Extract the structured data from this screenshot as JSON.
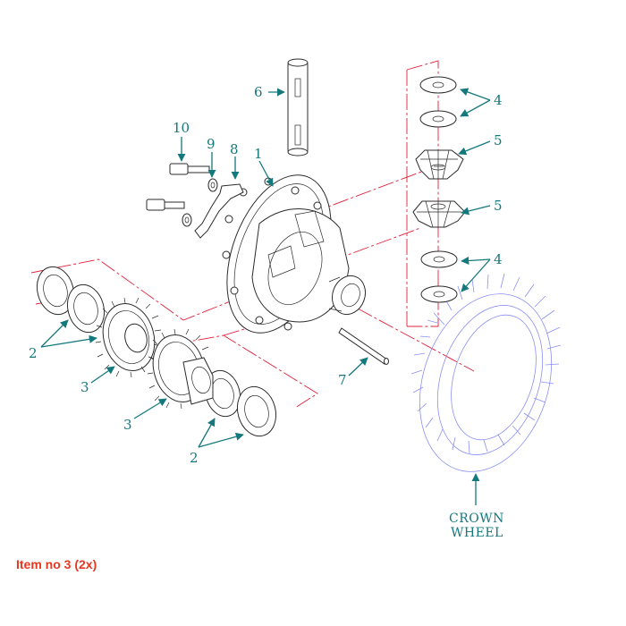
{
  "diagram": {
    "callouts": {
      "c1": "1",
      "c2a": "2",
      "c2b": "2",
      "c3a": "3",
      "c3b": "3",
      "c4a": "4",
      "c4b": "4",
      "c5a": "5",
      "c5b": "5",
      "c6": "6",
      "c7": "7",
      "c8": "8",
      "c9": "9",
      "c10": "10"
    },
    "crown_wheel_label_line1": "CROWN",
    "crown_wheel_label_line2": "WHEEL"
  },
  "caption": "Item no 3 (2x)",
  "colors": {
    "callout": "#14787c",
    "centerline": "#e0203a",
    "crown_wheel": "#8b8ff2",
    "caption": "#e8361f"
  }
}
